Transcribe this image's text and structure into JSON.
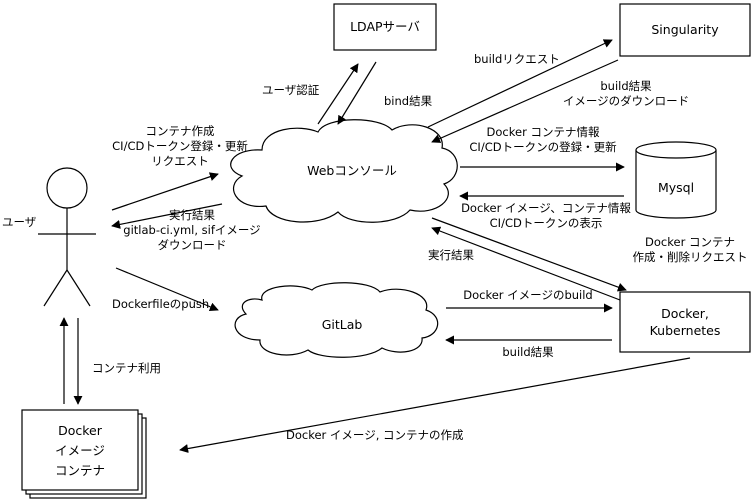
{
  "nodes": {
    "ldap": "LDAPサーバ",
    "singularity": "Singularity",
    "web": "Webコンソール",
    "mysql": "Mysql",
    "gitlab": "GitLab",
    "docker_k8s": [
      "Docker,",
      "Kubernetes"
    ],
    "image_stack": [
      "Docker",
      "イメージ",
      "コンテナ"
    ],
    "user": "ユーザ"
  },
  "edges": {
    "user_auth": "ユーザ認証",
    "bind_result": "bind結果",
    "build_request": "buildリクエスト",
    "build_result_download": [
      "build結果",
      "イメージのダウンロード"
    ],
    "container_request": [
      "コンテナ作成",
      "CI/CDトークン登録・更新",
      "リクエスト"
    ],
    "exec_result_user": [
      "実行結果",
      "gitlab-ci.yml, sifイメージ",
      "ダウンロード"
    ],
    "to_mysql": [
      "Docker コンテナ情報",
      "CI/CDトークンの登録・更新"
    ],
    "from_mysql": [
      "Docker イメージ、コンテナ情報",
      "CI/CDトークンの表示"
    ],
    "docker_request": [
      "Docker コンテナ",
      "作成・削除リクエスト"
    ],
    "exec_result_docker": "実行結果",
    "dockerfile_push": "Dockerfileのpush",
    "image_build": "Docker イメージのbuild",
    "build_result": "build結果",
    "container_use": "コンテナ利用",
    "image_container_create": "Docker イメージ, コンテナの作成"
  }
}
